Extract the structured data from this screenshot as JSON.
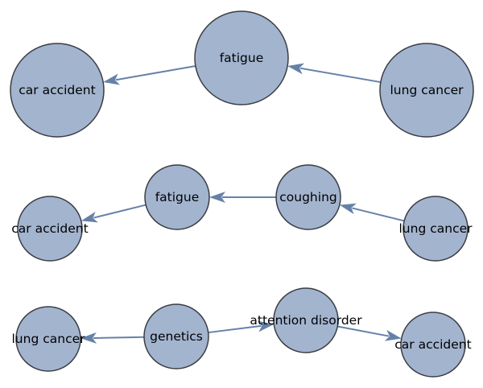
{
  "graphs": [
    {
      "nodes": [
        {
          "id": "car_accident",
          "label": "car accident"
        },
        {
          "id": "fatigue",
          "label": "fatigue"
        },
        {
          "id": "lung_cancer",
          "label": "lung cancer"
        }
      ],
      "edges": [
        {
          "from": "fatigue",
          "to": "car_accident"
        },
        {
          "from": "lung_cancer",
          "to": "fatigue"
        }
      ]
    },
    {
      "nodes": [
        {
          "id": "car_accident",
          "label": "car accident"
        },
        {
          "id": "fatigue",
          "label": "fatigue"
        },
        {
          "id": "coughing",
          "label": "coughing"
        },
        {
          "id": "lung_cancer",
          "label": "lung cancer"
        }
      ],
      "edges": [
        {
          "from": "fatigue",
          "to": "car_accident"
        },
        {
          "from": "coughing",
          "to": "fatigue"
        },
        {
          "from": "lung_cancer",
          "to": "coughing"
        }
      ]
    },
    {
      "nodes": [
        {
          "id": "lung_cancer",
          "label": "lung cancer"
        },
        {
          "id": "genetics",
          "label": "genetics"
        },
        {
          "id": "attention_disorder",
          "label": "attention disorder"
        },
        {
          "id": "car_accident",
          "label": "car accident"
        }
      ],
      "edges": [
        {
          "from": "genetics",
          "to": "lung_cancer"
        },
        {
          "from": "genetics",
          "to": "attention_disorder"
        },
        {
          "from": "attention_disorder",
          "to": "car_accident"
        }
      ]
    }
  ]
}
